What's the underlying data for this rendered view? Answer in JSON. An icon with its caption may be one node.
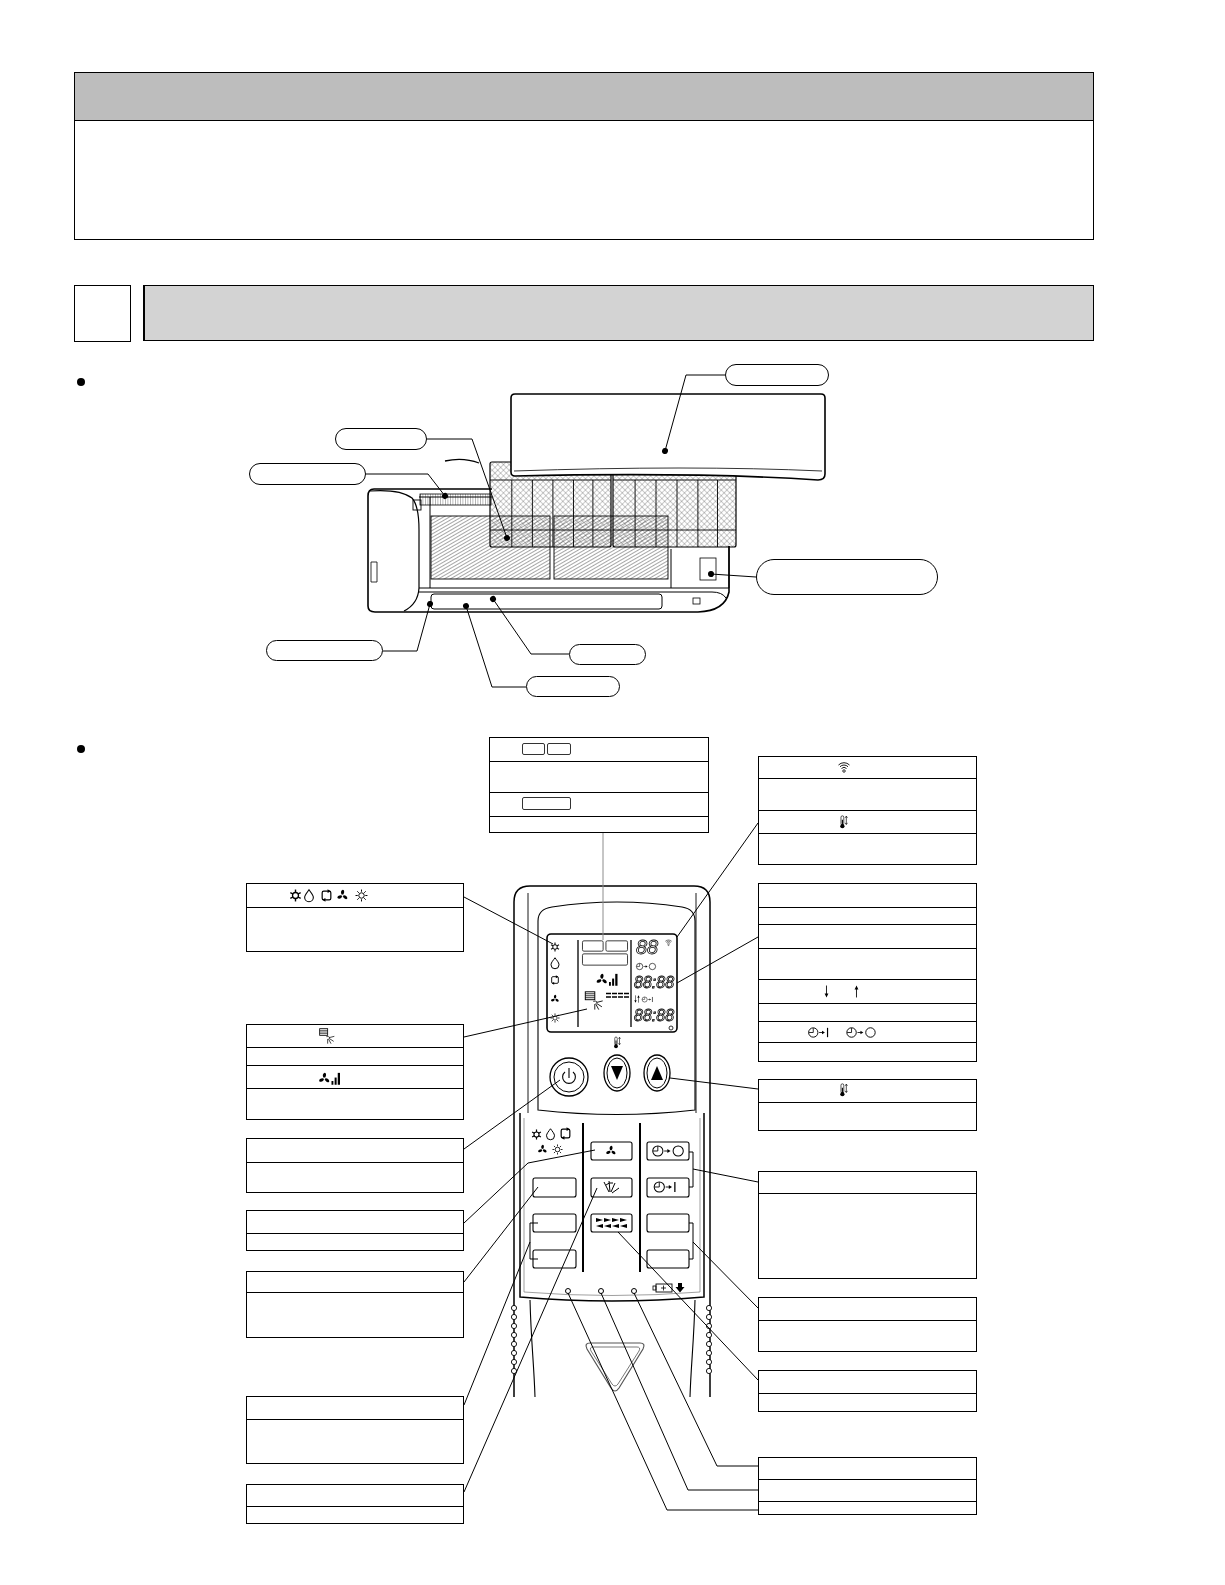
{
  "diagram": {
    "nodes": [
      {
        "text": [],
        "shape": "box"
      },
      {
        "text": [],
        "shape": "box"
      },
      {
        "text": [],
        "shape": "bar"
      },
      {
        "text": [],
        "shape": "box"
      },
      {
        "text": [],
        "shape": "box"
      },
      {
        "text": [],
        "shape": "box"
      },
      {
        "text": [],
        "shape": "box"
      },
      {
        "text": [],
        "shape": "box"
      },
      {
        "text": [],
        "shape": "box"
      },
      {
        "text": [],
        "shape": "box"
      },
      {
        "text": [],
        "shape": "box"
      },
      {
        "text": [],
        "shape": "box"
      },
      {
        "text": [],
        "shape": "box"
      },
      {
        "text": [],
        "shape": "box"
      },
      {
        "text": [],
        "shape": "box"
      },
      {
        "text": [],
        "shape": "box"
      },
      {
        "text": [],
        "shape": "box"
      },
      {
        "text": [],
        "shape": "box"
      },
      {
        "text": [],
        "shape": "box"
      },
      {
        "text": [],
        "shape": "box"
      },
      {
        "text": [],
        "shape": "box"
      },
      {
        "text": [],
        "shape": "box"
      },
      {
        "text": [],
        "shape": "box"
      },
      {
        "text": [],
        "shape": "box"
      },
      {
        "text": [],
        "shape": "box"
      },
      {
        "text": [],
        "shape": "picture"
      },
      {
        "text": [],
        "shape": "picture"
      },
      {
        "text": [],
        "shape": "picture"
      }
    ],
    "edges": [
      {
        "from": 3,
        "to": 25,
        "arrow": "other"
      },
      {
        "from": 4,
        "to": 26,
        "arrow": "other"
      },
      {
        "from": 5,
        "to": 26,
        "arrow": "other"
      },
      {
        "from": 6,
        "to": 26,
        "arrow": "other"
      },
      {
        "from": 7,
        "to": 26,
        "arrow": "other"
      },
      {
        "from": 8,
        "to": 26,
        "arrow": "other"
      },
      {
        "from": 9,
        "to": 26,
        "arrow": "other"
      },
      {
        "from": 10,
        "to": 27,
        "arrow": "none",
        "color": "#8c8c8c"
      },
      {
        "from": 11,
        "to": 27,
        "arrow": "none"
      },
      {
        "from": 12,
        "to": 27,
        "arrow": "none"
      },
      {
        "from": 13,
        "to": 27,
        "arrow": "none"
      },
      {
        "from": 14,
        "to": 27,
        "arrow": "none"
      },
      {
        "from": 15,
        "to": 27,
        "arrow": "none"
      },
      {
        "from": 16,
        "to": 27,
        "arrow": "none"
      },
      {
        "from": 17,
        "to": 27,
        "arrow": "none"
      },
      {
        "from": 18,
        "to": 27,
        "arrow": "none"
      },
      {
        "from": 19,
        "to": 27,
        "arrow": "none"
      },
      {
        "from": 20,
        "to": 27,
        "arrow": "none"
      },
      {
        "from": 21,
        "to": 27,
        "arrow": "none"
      },
      {
        "from": 22,
        "to": 27,
        "arrow": "none"
      },
      {
        "from": 23,
        "to": 27,
        "arrow": "none"
      },
      {
        "from": 23,
        "to": 27,
        "arrow": "none"
      },
      {
        "from": 23,
        "to": 27,
        "arrow": "none"
      },
      {
        "from": 24,
        "to": 27,
        "arrow": "none"
      }
    ],
    "labels": [
      "88",
      "88:88",
      "88:88"
    ]
  }
}
